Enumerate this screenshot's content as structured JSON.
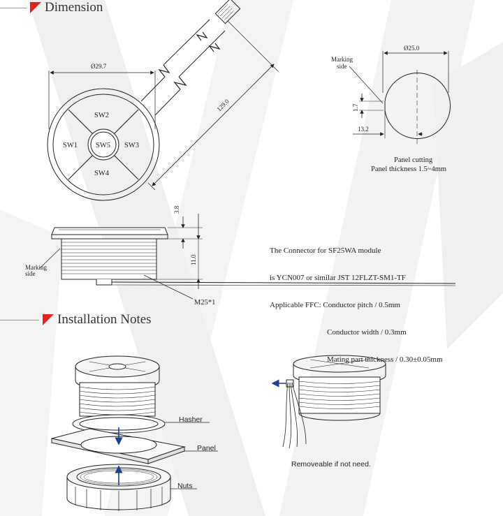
{
  "sections": {
    "dimension": "Dimension",
    "installation": "Installation Notes"
  },
  "top_view": {
    "diameter": "Ø29.7",
    "cable_length": "129.0",
    "buttons": [
      "SW2",
      "SW1",
      "SW5",
      "SW3",
      "SW4"
    ]
  },
  "panel_cutting": {
    "diameter": "Ø25.0",
    "marking_side": [
      "Marking",
      "side"
    ],
    "flat_height": "1.7",
    "flat_width": "13.2",
    "caption": [
      "Panel cutting",
      "Panel thickness 1.5~4mm"
    ]
  },
  "side_view": {
    "head_height": "3.8",
    "body_height": "11.0",
    "marking_side": [
      "Marking",
      "side"
    ],
    "thread": "M25*1"
  },
  "connector_note": [
    "The Connector for SF25WA module",
    "is YCN007 or similar JST 12FLZT-SM1-TF",
    "Applicable FFC: Conductor pitch / 0.5mm",
    "Conductor width / 0.3mm",
    "Mating part thickness / 0.30±0.05mm"
  ],
  "installation": {
    "labels": [
      "Hasher",
      "Panel",
      "Nuts"
    ],
    "removable": "Removeable if not need."
  },
  "colors": {
    "accent": "#e8201c",
    "arrow": "#1f3f8f",
    "line": "#222222",
    "watermark": "#eeeeee"
  }
}
